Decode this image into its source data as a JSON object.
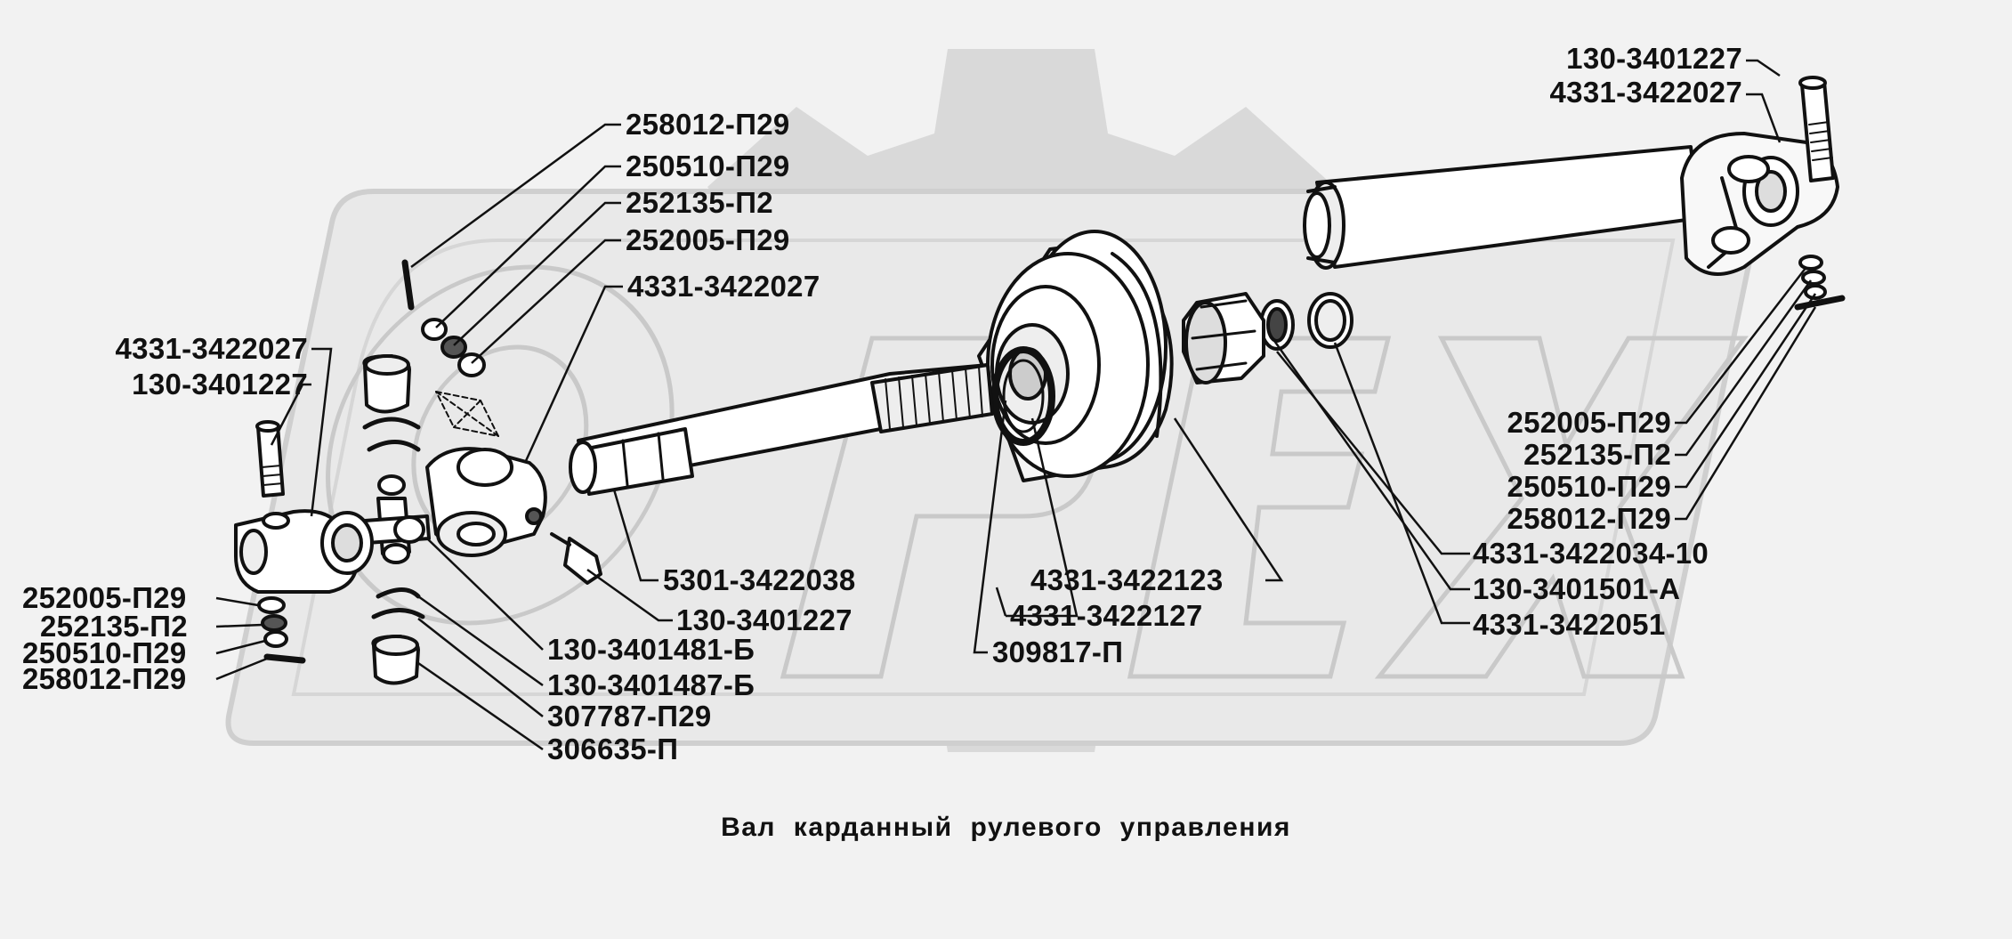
{
  "watermark": {
    "text": "OPEX"
  },
  "caption": "Вал карданный рулевого управления",
  "labels": {
    "l1": "258012-П29",
    "l2": "250510-П29",
    "l3": "252135-П2",
    "l4": "252005-П29",
    "l5": "4331-3422027",
    "l6": "4331-3422027",
    "l7": "130-3401227",
    "l8": "252005-П29",
    "l9": "252135-П2",
    "l10": "250510-П29",
    "l11": "258012-П29",
    "l12": "5301-3422038",
    "l13": "130-3401227",
    "l14": "130-3401481-Б",
    "l15": "130-3401487-Б",
    "l16": "307787-П29",
    "l17": "306635-П",
    "l18": "4331-3422123",
    "l19": "4331-3422127",
    "l20": "309817-П",
    "l21": "130-3401227",
    "l22": "4331-3422027",
    "l23": "252005-П29",
    "l24": "252135-П2",
    "l25": "250510-П29",
    "l26": "258012-П29",
    "l27": "4331-3422034-10",
    "l28": "130-3401501-А",
    "l29": "4331-3422051"
  }
}
